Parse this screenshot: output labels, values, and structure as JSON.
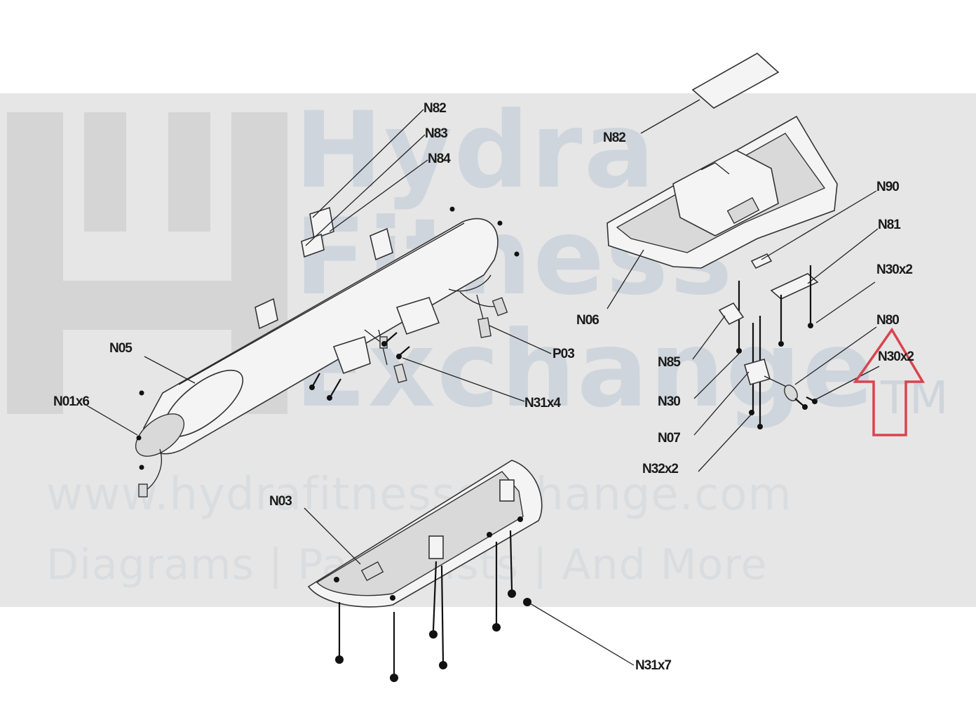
{
  "watermark": {
    "brand_line1": "Hydra",
    "brand_line2": "Fitness",
    "brand_line3": "Exchange",
    "trademark": "TM",
    "url": "www.hydrafitnessexchange.com",
    "tagline": "Diagrams | Parts Lists | And More"
  },
  "labels": {
    "n82_top": "N82",
    "n83": "N83",
    "n84": "N84",
    "n82_right": "N82",
    "n90": "N90",
    "n81": "N81",
    "n30x2_a": "N30x2",
    "n06": "N06",
    "n80": "N80",
    "n30x2_b": "N30x2",
    "n05": "N05",
    "p03": "P03",
    "n85": "N85",
    "n31x4": "N31x4",
    "n30": "N30",
    "n01x6": "N01x6",
    "n07": "N07",
    "n32x2": "N32x2",
    "n03": "N03",
    "n31x7": "N31x7"
  },
  "colors": {
    "watermark_band": "#e6e6e6",
    "highlight_arrow": "#d9434f"
  },
  "icons": {
    "highlight": "up-arrow-outline-icon",
    "watermark_logo": "hydra-fitness-logo-icon"
  }
}
